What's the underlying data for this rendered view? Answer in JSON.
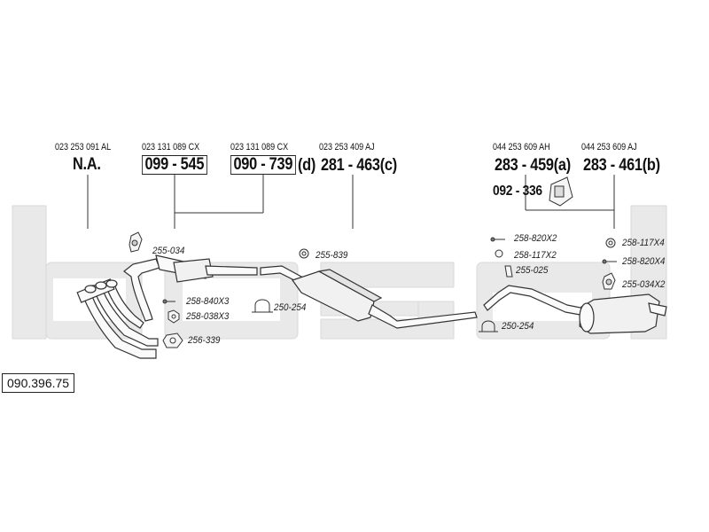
{
  "watermark": "bosal",
  "reference": "090.396.75",
  "oem_numbers": {
    "na": "023 253 091 AL",
    "cat_a": "023 131 089 CX",
    "cat_b": "023 131 089 CX",
    "mid": "023 253 409 AJ",
    "rear_a": "044 253 609 AH",
    "rear_b": "044 253 609 AJ"
  },
  "main_parts": {
    "na": "N.A.",
    "cat_a": "099 - 545",
    "cat_b": "090 - 739",
    "cat_b_suffix": "(d)",
    "mid": "281 - 463(c)",
    "rear_a": "283 - 459(a)",
    "rear_b": "283 - 461(b)",
    "mount": "092 - 336"
  },
  "fitting_parts": {
    "p255_034": "255-034",
    "p258_840x3": "258-840X3",
    "p258_038x3": "258-038X3",
    "p256_339": "256-339",
    "p250_254_a": "250-254",
    "p255_839": "255-839",
    "p258_820x2_a": "258-820X2",
    "p258_117x2": "258-117X2",
    "p255_025": "255-025",
    "p250_254_b": "250-254",
    "p258_117x4": "258-117X4",
    "p258_820x4": "258-820X4",
    "p255_034x2": "255-034X2"
  }
}
